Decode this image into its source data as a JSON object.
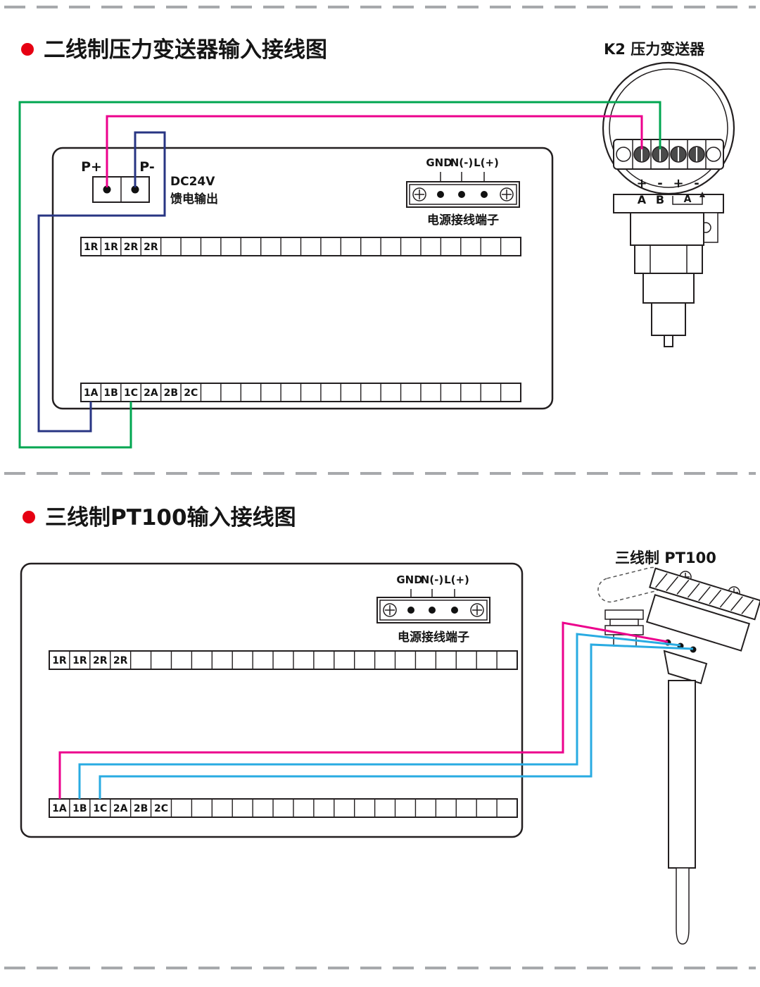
{
  "page": {
    "section_two_wire": {
      "title": "二线制压力变送器输入接线图",
      "device_label": "K2 压力变送器",
      "feed": {
        "p_plus": "P+",
        "p_minus": "P-",
        "dc": "DC24V",
        "dc_caption": "馈电输出"
      },
      "power_terminal": {
        "gnd": "GND",
        "n": "N(-)",
        "l": "L(+)",
        "caption": "电源接线端子"
      },
      "transmitter_terminals": {
        "t1": "+",
        "t2": "-",
        "t3": "+",
        "t4": "-",
        "a": "A",
        "b": "B",
        "a_link": "A"
      }
    },
    "section_three_wire": {
      "title": "三线制PT100输入接线图",
      "device_label": "三线制 PT100",
      "power_terminal": {
        "gnd": "GND",
        "n": "N(-)",
        "l": "L(+)",
        "caption": "电源接线端子"
      }
    },
    "strips": {
      "relay": [
        "1R",
        "1R",
        "2R",
        "2R"
      ],
      "input": [
        "1A",
        "1B",
        "1C",
        "2A",
        "2B",
        "2C"
      ]
    },
    "colors": {
      "magenta": "#ec008c",
      "green": "#00a650",
      "navy": "#283583",
      "cyan": "#29abe2",
      "bullet": "#e60012"
    }
  }
}
